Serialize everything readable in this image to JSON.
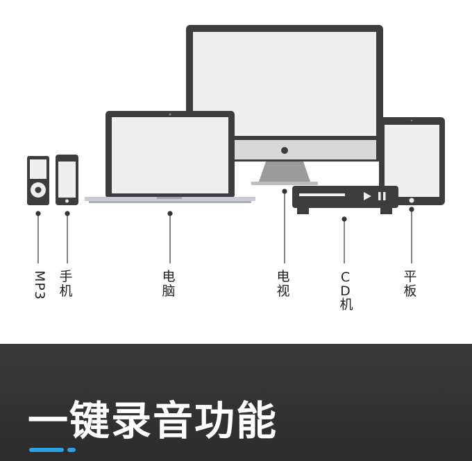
{
  "devices": {
    "mp3": "MP3",
    "phone": "手机",
    "computer": "电脑",
    "tv": "电视",
    "cd_player": "CD机",
    "tablet": "平板"
  },
  "banner": {
    "title": "一键录音功能"
  },
  "colors": {
    "device_frame": "#3d3d3d",
    "screen": "#efefef",
    "banner_bg": "#2f2f2f",
    "accent": "#2aa2e6"
  }
}
